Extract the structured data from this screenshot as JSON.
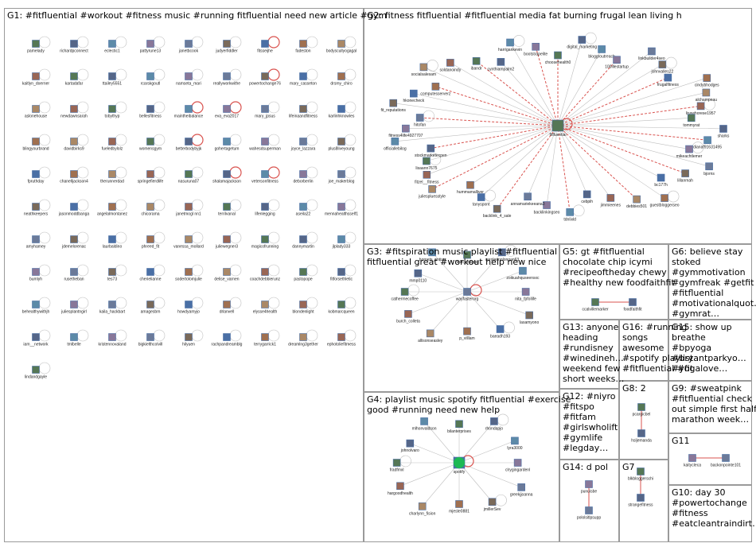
{
  "colors": {
    "panel_border": "#9a9a9a",
    "edge_grey": "#bfbfbf",
    "edge_red": "#d9534f",
    "node_border": "#4a6fa5",
    "spotify_green": "#1db954"
  },
  "groups": [
    {
      "id": "G1",
      "title_lines": [
        "G1: #fitfluential #workout #fitness music #running fitfluential need new article #gym"
      ],
      "edge_color": "red",
      "nodes": [
        "pamelady",
        "richardpconnect",
        "eclectic1",
        "pattyrune13",
        "janetbcook",
        "judyerfiddler",
        "fitsseijhe",
        "fadeston",
        "bodyscullyogagal",
        "kaitlyn_doerner",
        "kartadafar",
        "ttailey5551",
        "rcarskgoutl",
        "namseta_mari",
        "reallyworkwithe",
        "powertochange76",
        "mary_casseton",
        "drsmy_chiro",
        "aslonehouse",
        "newdawnsarah",
        "tobythyp",
        "bellesfitness",
        "maintheibalance",
        "eva_eva2017",
        "mary_jpsus",
        "lifeinaandfitness",
        "karlinhknowles",
        "blingyourbrand",
        "davidbirks9",
        "fueledbylolz",
        "womensgym",
        "betterbodybyjk",
        "gohertagetum",
        "wahesdsuperman",
        "joyce_lazzara",
        "plus8liveyoung",
        "fpruthday",
        "chanelljackson4",
        "therunnerdad",
        "springefierdlife",
        "nasuruna07",
        "shalamajackson",
        "vetersonfitness",
        "deborberlin",
        "joe_makerblog",
        "neathkeepers",
        "jasonmoddbanga",
        "angelalmontanez",
        "chicorama",
        "janetmogl nn1",
        "terrilvanal",
        "lifenlegging",
        "aseila22",
        "mennahealthsself1",
        "amyhamey",
        "jdemelorenac",
        "laurbaldino",
        "phreed_fit",
        "vanessa_mollard",
        "juliewegner3",
        "magicofrunning",
        "dannymartin",
        "jlplady333",
        "bumlyh",
        "rusetheban",
        "tes73",
        "cherielianne",
        "sodertolomjulie",
        "delise_varnen",
        "coachdebbierunz",
        "pastopope",
        "fitforsethletic",
        "behealthywithjh",
        "juliesplantngirl",
        "kaila_hackbart",
        "amagesbm",
        "howdyamyjo",
        "drlanvell",
        "elysse4health",
        "blondenlight",
        "kobmarcqueen",
        "iam__network",
        "tmlbelle",
        "kristennovaland",
        "bigkielthcolvill",
        "hilyuen",
        "rachpandreamblg",
        "terrygarrick1",
        "dreamlng3gether",
        "ephotoliefitmess",
        "lindandgayle"
      ]
    },
    {
      "id": "G2",
      "title_lines": [
        "G2: fitness fitfluential #fitfluential media fat burning frugal lean living h"
      ],
      "nodes": [
        "choosehealth0",
        "digital_marketing",
        "bloggroutreach",
        "100illestartup",
        "linkbuilder4seo",
        "johnvalles22",
        "frugalfitness",
        "cindybhodges",
        "alchampeau",
        "lisawhorese1957",
        "tommyrat",
        "sharks",
        "dianaf91631495",
        "mikeachtlemer",
        "bjorns",
        "lillanmah",
        "bc177h",
        "guestbloggerseo",
        "debbies501",
        "jimmieenes",
        "fitfluential",
        "cebpih",
        "tdnlixld",
        "backlinkingseo",
        "annamariekeeana3",
        "backlink_4_sale",
        "tanyspont",
        "hummamalliver",
        "juliespluesstyle",
        "fitzel__fitness",
        "lisaann7675",
        "stockmarketecpen",
        "officiallebilog",
        "fitness4life4927707",
        "hitofan",
        "fit_reputations",
        "hkonecheck",
        "computesserverz",
        "socialsalesam",
        "soldanoindy",
        "ibandr",
        "cynthiampalm2",
        "harrigankevin",
        "bootstrapelite"
      ]
    },
    {
      "id": "G3",
      "title_lines": [
        "G3: #fitspiration music playlist #fitfluential",
        "fitfluential great #workout help new nice"
      ],
      "nodes": [
        "hello_maggie",
        "caroleannlongan63",
        "zoikuahquseensxc",
        "nita_fpfollife",
        "wayfasterorg",
        "lasamyono",
        "baeadh193",
        "p_villlam",
        "allisonseasley",
        "burch_colleta",
        "cathermecoffee",
        "mmp0110",
        "hornets_antiss"
      ]
    },
    {
      "id": "G4",
      "title_lines": [
        "G4: playlist music spotify fitfluential #exercise",
        "good #running need new help"
      ],
      "nodes": [
        "bilanterprises",
        "rhondapjo",
        "lyra3000",
        "clrygingardenl",
        "greekjjoanna",
        "jmillerSev",
        "spotify",
        "mjeste0881",
        "charlynn_fision",
        "hargoodhealth",
        "fradfmxl",
        "johnolvaro",
        "mlhonvaldson"
      ]
    },
    {
      "id": "G5",
      "title_lines": [
        "G5: gt #fitfluential",
        "chocolate chip icymi",
        "#recipeoftheday chewy",
        "#healthy new foodfaithfit"
      ],
      "nodes": [
        "ccalvillemarker",
        "foodfaithfit"
      ]
    },
    {
      "id": "G6",
      "title_lines": [
        "G6: believe stay",
        "stoked",
        "#gymmotivation",
        "#gymfreak #getfit",
        "#fitfluential",
        "#motivationalquot…",
        "#gymrat…"
      ],
      "nodes": []
    },
    {
      "id": "G7",
      "title_lines": [
        "G7"
      ],
      "nodes": [
        "blkbloggerschi",
        "strangefitness"
      ]
    },
    {
      "id": "G8",
      "title_lines": [
        "G8: 2"
      ],
      "nodes": [
        "pcargicbel",
        "hsljemanda"
      ]
    },
    {
      "id": "G9",
      "title_lines": [
        "G9: #sweatpink",
        "#fitfluential check",
        "out simple first half",
        "marathon week…"
      ],
      "nodes": []
    },
    {
      "id": "G10",
      "title_lines": [
        "G10: day 30",
        "#powertochange",
        "#fitness",
        "#eatcleantraindirt…"
      ],
      "nodes": []
    },
    {
      "id": "G11",
      "title_lines": [
        "G11"
      ],
      "nodes": [
        "kaitycleca",
        "backonpointe101"
      ]
    },
    {
      "id": "G12",
      "title_lines": [
        "G12: #niyro",
        "#fitspo",
        "#fitfam",
        "#girlswholift",
        "#gymlife",
        "#legday…"
      ],
      "nodes": []
    },
    {
      "id": "G13",
      "title_lines": [
        "G13: anyone",
        "heading",
        "#rundisney",
        "#winedineh…",
        "weekend few",
        "short weeks…"
      ],
      "nodes": []
    },
    {
      "id": "G14",
      "title_lines": [
        "G14: d pol"
      ],
      "nodes": [
        "punuisbe",
        "pololsitlpsupp"
      ]
    },
    {
      "id": "G15",
      "title_lines": [
        "G15: show up",
        "breathe",
        "#bpyoga",
        "#bryantparkyo…",
        "#yogalove…"
      ],
      "nodes": []
    },
    {
      "id": "G16",
      "title_lines": [
        "G16: #running",
        "songs",
        "awesome",
        "#spotify playlist",
        "#fitfluential #fit"
      ],
      "nodes": []
    }
  ]
}
